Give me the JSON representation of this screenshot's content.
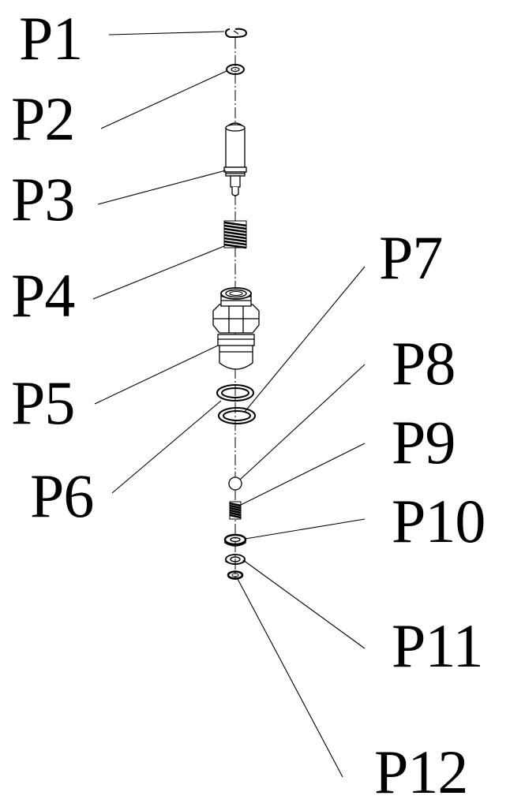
{
  "labels": {
    "p1": "P1",
    "p2": "P2",
    "p3": "P3",
    "p4": "P4",
    "p5": "P5",
    "p6": "P6",
    "p7": "P7",
    "p8": "P8",
    "p9": "P9",
    "p10": "P10",
    "p11": "P11",
    "p12": "P12"
  },
  "colors": {
    "ink": "#000000",
    "background": "#ffffff"
  }
}
